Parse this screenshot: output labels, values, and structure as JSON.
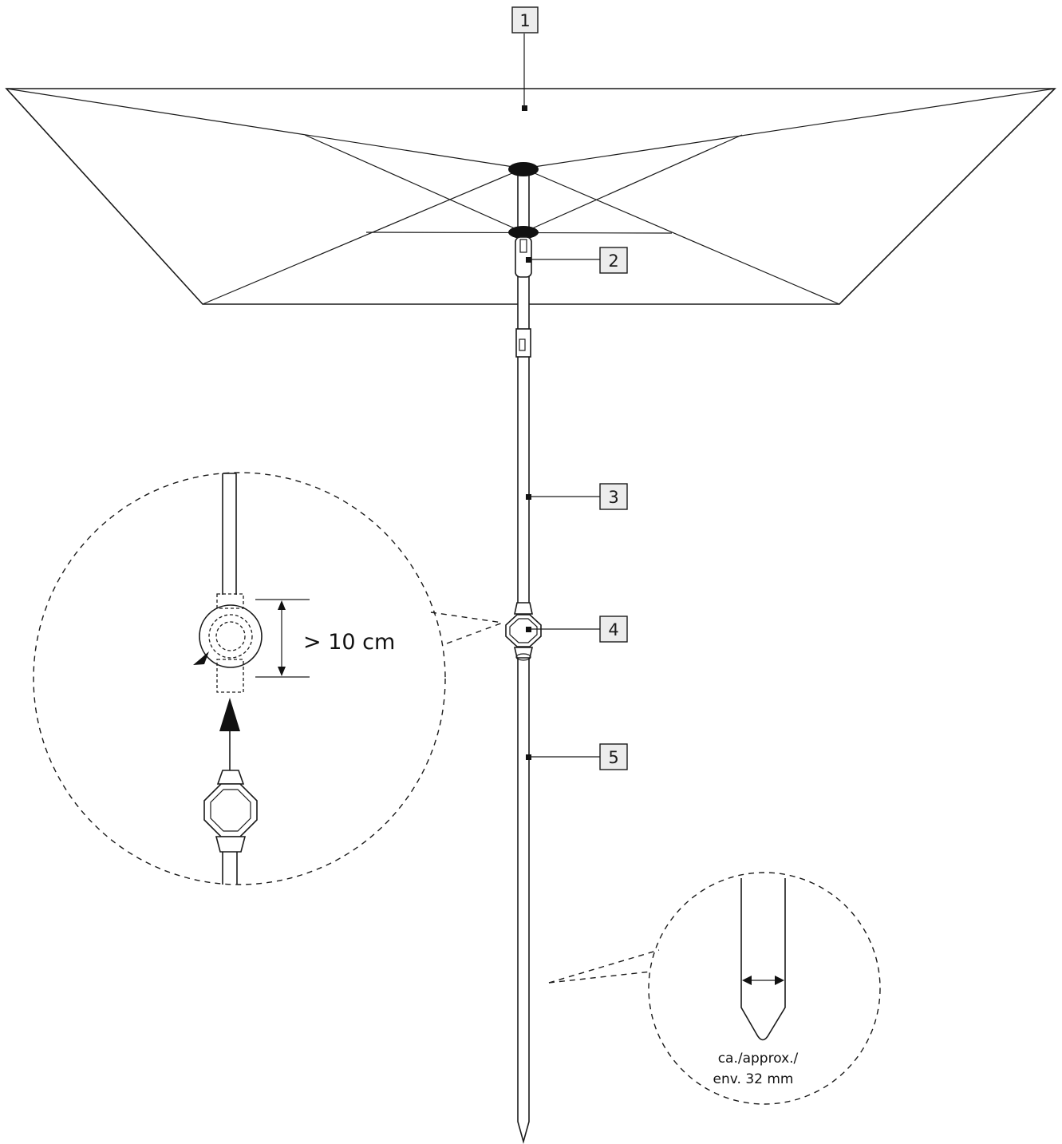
{
  "callouts": [
    {
      "id": "1",
      "label": "1"
    },
    {
      "id": "2",
      "label": "2"
    },
    {
      "id": "3",
      "label": "3"
    },
    {
      "id": "4",
      "label": "4"
    },
    {
      "id": "5",
      "label": "5"
    }
  ],
  "detail_spacing": {
    "dimension": "> 10 cm"
  },
  "detail_tip": {
    "line1": "ca./approx./",
    "line2": "env. 32 mm"
  },
  "colors": {
    "stroke": "#1a1a1a",
    "callout_fill": "#ececec"
  }
}
